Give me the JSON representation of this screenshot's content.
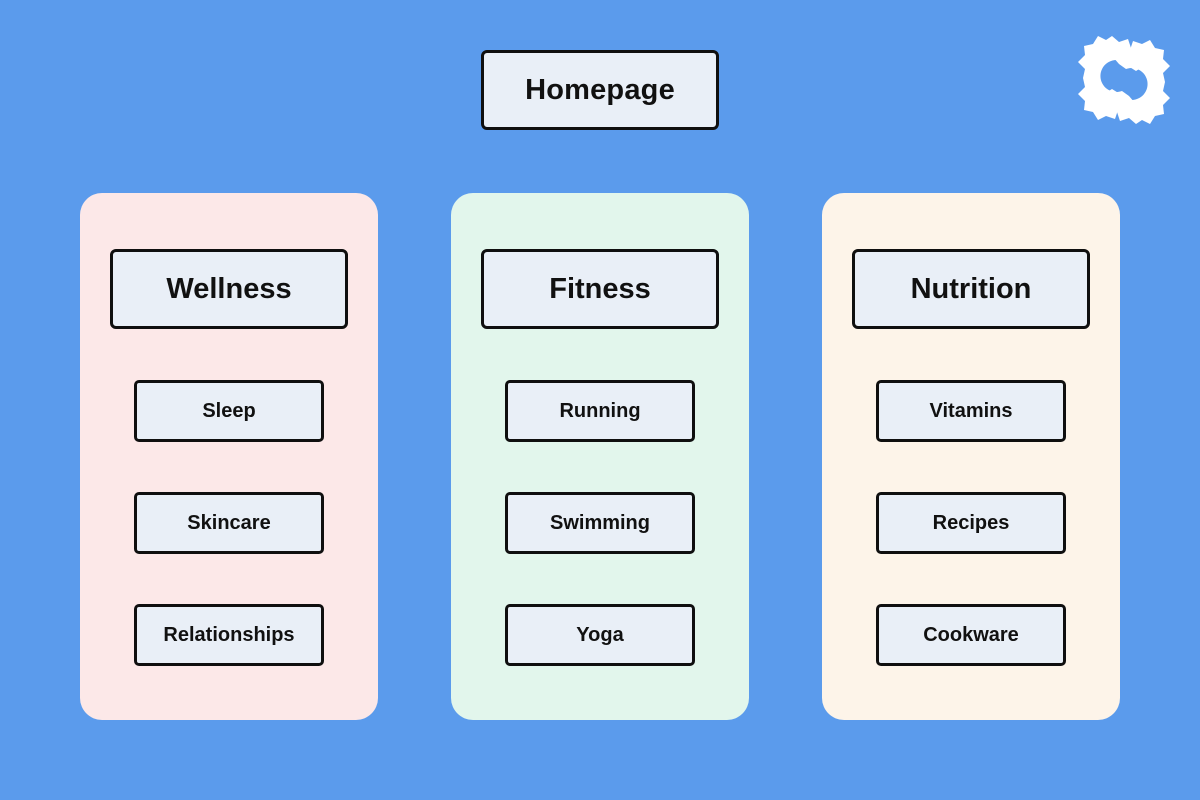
{
  "colors": {
    "background": "#5b9bec",
    "node_fill": "#e9eff7",
    "node_border": "#0f0f0f",
    "wellness_card": "#fce8e8",
    "fitness_card": "#e2f6ec",
    "nutrition_card": "#fdf4e9",
    "logo": "#ffffff"
  },
  "logo": {
    "icon": "interlocking-gears-icon"
  },
  "root": {
    "label": "Homepage"
  },
  "columns": [
    {
      "id": "wellness",
      "tint": "tint-pink",
      "heading": "Wellness",
      "items": [
        {
          "label": "Sleep"
        },
        {
          "label": "Skincare"
        },
        {
          "label": "Relationships"
        }
      ]
    },
    {
      "id": "fitness",
      "tint": "tint-mint",
      "heading": "Fitness",
      "items": [
        {
          "label": "Running"
        },
        {
          "label": "Swimming"
        },
        {
          "label": "Yoga"
        }
      ]
    },
    {
      "id": "nutrition",
      "tint": "tint-cream",
      "heading": "Nutrition",
      "items": [
        {
          "label": "Vitamins"
        },
        {
          "label": "Recipes"
        },
        {
          "label": "Cookware"
        }
      ]
    }
  ]
}
